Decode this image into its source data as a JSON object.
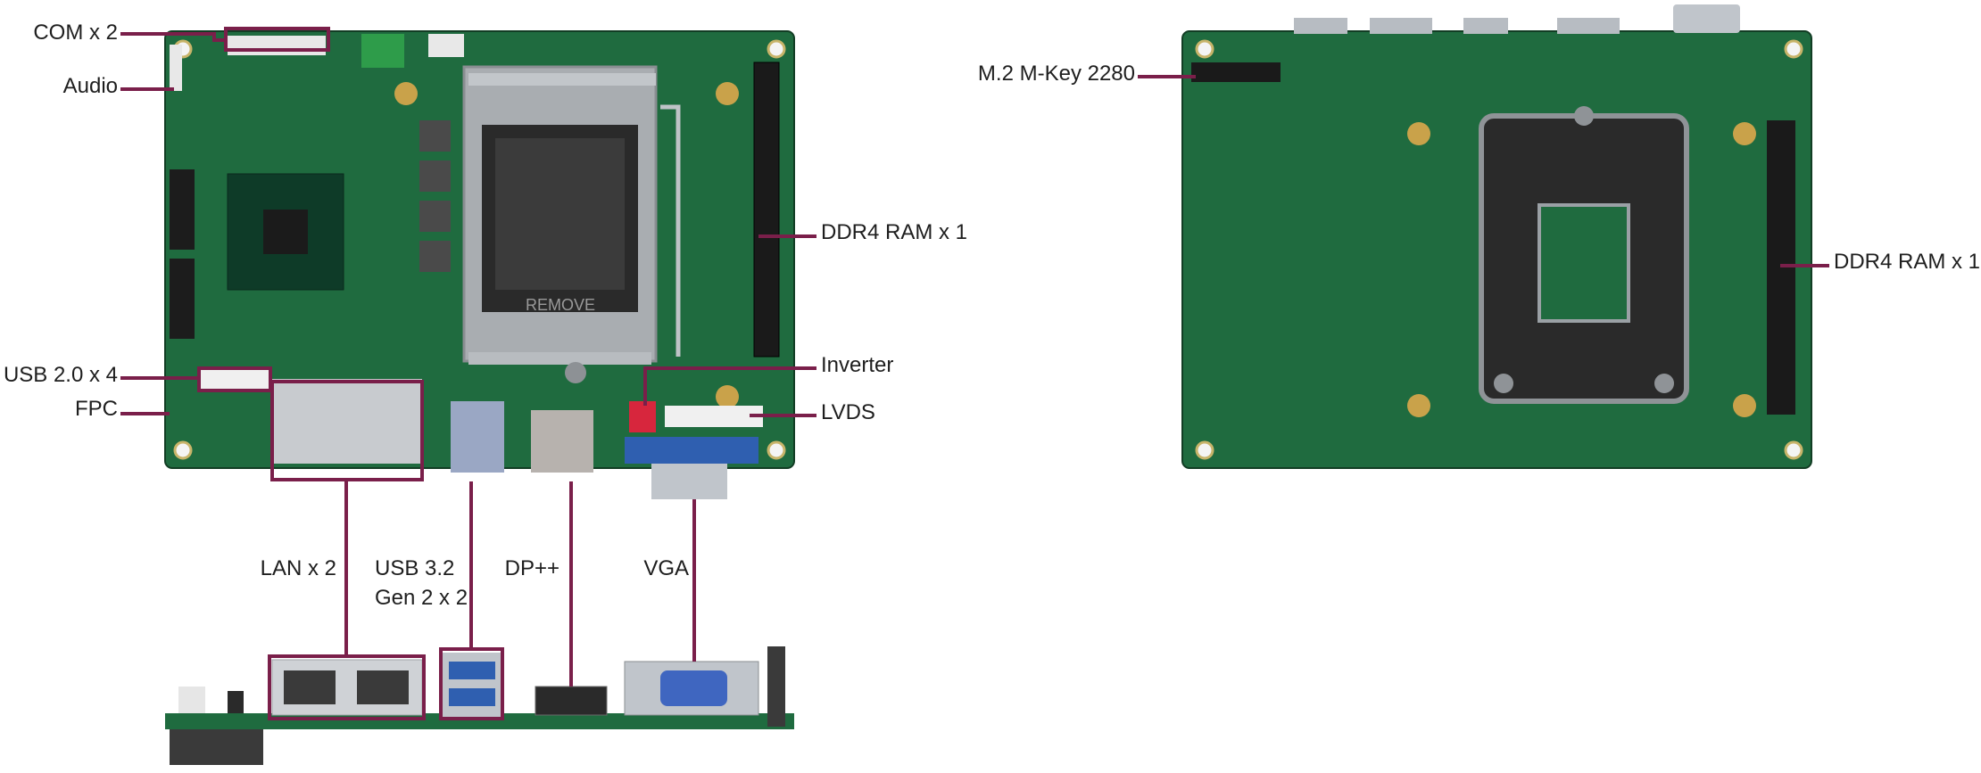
{
  "colors": {
    "pcb": "#1f6b3f",
    "pcb_dark": "#174f30",
    "leader": "#7a1f4a",
    "label": "#1e1e1e",
    "metal": "#c9cdd1",
    "port_blue": "#2f5fb0"
  },
  "labels": {
    "com": "COM x 2",
    "audio": "Audio",
    "usb20": "USB 2.0 x 4",
    "fpc": "FPC",
    "ddr4_front": "DDR4 RAM x 1",
    "inverter": "Inverter",
    "lvds": "LVDS",
    "lan": "LAN x 2",
    "usb32_line1": "USB 3.2",
    "usb32_line2": "Gen 2 x 2",
    "dp": "DP++",
    "vga": "VGA",
    "m2": "M.2 M-Key 2280",
    "ddr4_back": "DDR4 RAM x 1"
  },
  "chip_markings": {
    "socket_latch": "REMOVE"
  }
}
